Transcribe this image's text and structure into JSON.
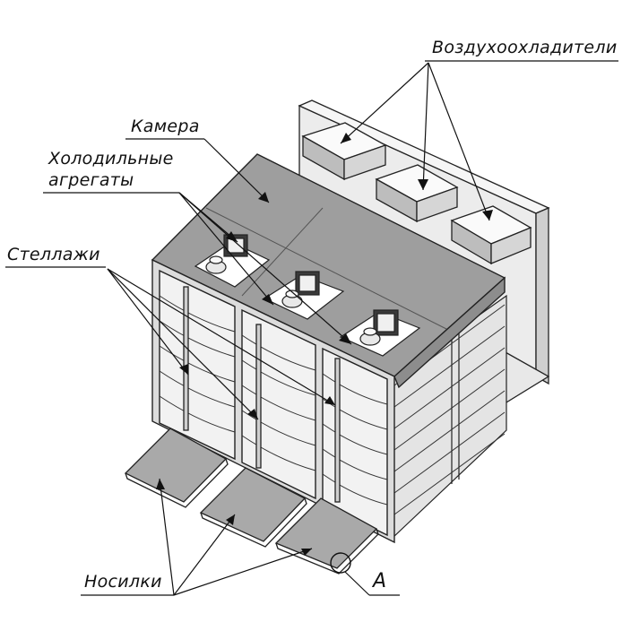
{
  "labels": {
    "air_coolers": "Воздухоохладители",
    "chamber": "Камера",
    "refrigeration_units_line1": "Холодильные",
    "refrigeration_units_line2": "агрегаты",
    "racks": "Стеллажи",
    "stretchers": "Носилки",
    "detail_callout": "A"
  }
}
